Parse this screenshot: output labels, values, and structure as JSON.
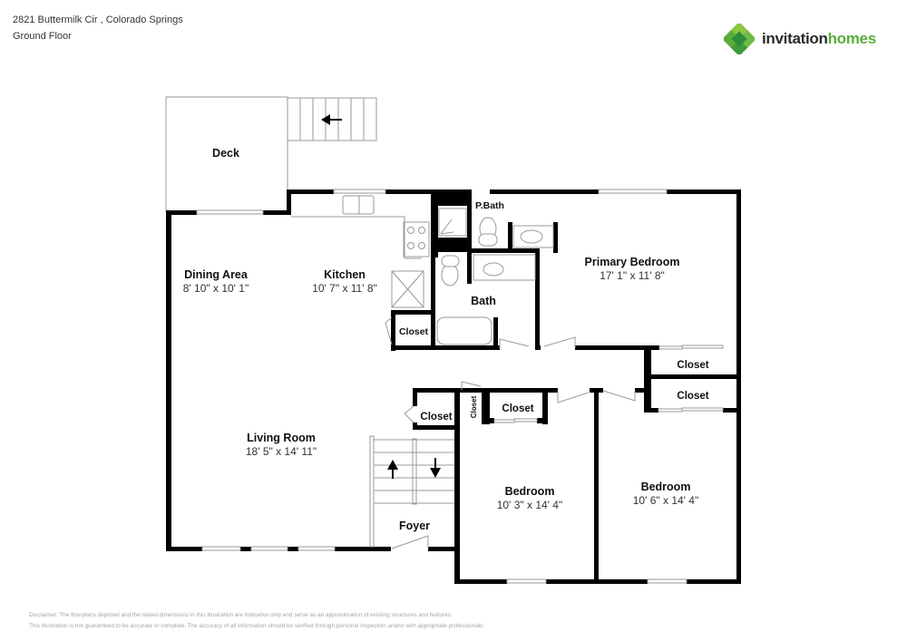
{
  "header": {
    "address": "2821 Buttermilk Cir , Colorado Springs",
    "floor": "Ground Floor"
  },
  "logo": {
    "text_part1": "invitation",
    "text_part2": "homes",
    "brand_color": "#5aac3a",
    "icon": "clover-diamond-logo-icon"
  },
  "floorplan": {
    "rooms": [
      {
        "name": "Deck",
        "dimensions": ""
      },
      {
        "name": "Dining Area",
        "dimensions": "8' 10\" x 10' 1\""
      },
      {
        "name": "Kitchen",
        "dimensions": "10' 7\" x 11' 8\""
      },
      {
        "name": "P.Bath",
        "dimensions": ""
      },
      {
        "name": "Bath",
        "dimensions": ""
      },
      {
        "name": "Primary Bedroom",
        "dimensions": "17' 1\" x 11' 8\""
      },
      {
        "name": "Living Room",
        "dimensions": "18' 5\" x 14' 11\""
      },
      {
        "name": "Foyer",
        "dimensions": ""
      },
      {
        "name": "Bedroom",
        "dimensions": "10' 3\" x 14' 4\""
      },
      {
        "name": "Bedroom",
        "dimensions": "10' 6\" x 14' 4\""
      }
    ],
    "closets": [
      {
        "label": "Closet",
        "location": "kitchen"
      },
      {
        "label": "Closet",
        "location": "hall-upper-right"
      },
      {
        "label": "Closet",
        "location": "hall-lower-right"
      },
      {
        "label": "Closet",
        "location": "stair-left"
      },
      {
        "label": "Closet",
        "location": "small-vertical"
      },
      {
        "label": "Closet",
        "location": "bedroom1"
      }
    ],
    "stairs": [
      {
        "location": "deck",
        "direction": "left"
      },
      {
        "location": "foyer-up",
        "direction": "up"
      },
      {
        "location": "foyer-down",
        "direction": "down"
      }
    ]
  },
  "disclaimer": {
    "line1": "Disclaimer: The floorplans depicted and the stated dimensions in this illustration are indicative only and serve as an approximation of existing structures and features.",
    "line2": "This illustration is not guaranteed to be accurate or complete. The accuracy of all information should be verified through personal inspection and/or with appropriate professionals."
  }
}
